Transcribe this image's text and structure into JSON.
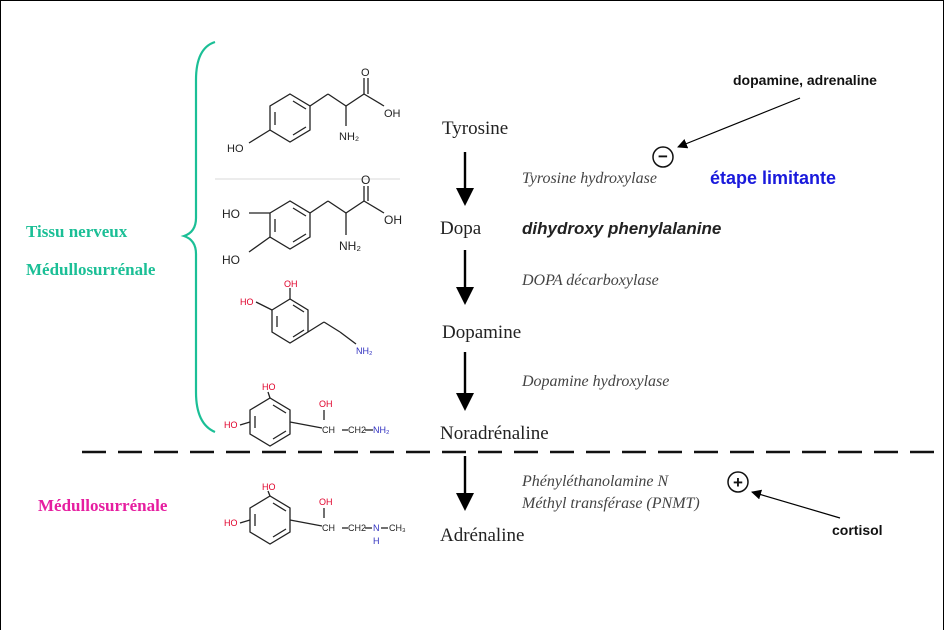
{
  "tissues": {
    "neural_line1": "Tissu nerveux",
    "neural_line2": "Médullosurrénale",
    "adrenal": "Médullosurrénale"
  },
  "colors": {
    "tissue_neural": "#1bbf96",
    "tissue_adrenal": "#e61ea0",
    "limiting_step": "#1a1adc",
    "hydroxyl": "#e0002a",
    "amine": "#3030c0"
  },
  "steps": [
    {
      "name": "Tyrosine"
    },
    {
      "name": "Dopa",
      "note": "dihydroxy phenylalanine"
    },
    {
      "name": "Dopamine"
    },
    {
      "name": "Noradrénaline"
    },
    {
      "name": "Adrénaline"
    }
  ],
  "enzymes": [
    {
      "name": "Tyrosine hydroxylase",
      "regulation": "−",
      "note": "étape limitante"
    },
    {
      "name": "DOPA décarboxylase"
    },
    {
      "name": "Dopamine hydroxylase"
    },
    {
      "name_line1": "Phényléthanolamine N",
      "name_line2": "Méthyl transférase (PNMT)",
      "regulation": "+"
    }
  ],
  "regulators": {
    "inhibitors": "dopamine, adrenaline",
    "activator": "cortisol"
  },
  "structure_labels": {
    "ho": "HO",
    "oh": "OH",
    "o": "O",
    "nh2": "NH₂",
    "nh2_plain": "NH2",
    "ch": "CH",
    "ch2": "CH2",
    "n": "N",
    "h": "H",
    "ch3": "CH₃"
  }
}
